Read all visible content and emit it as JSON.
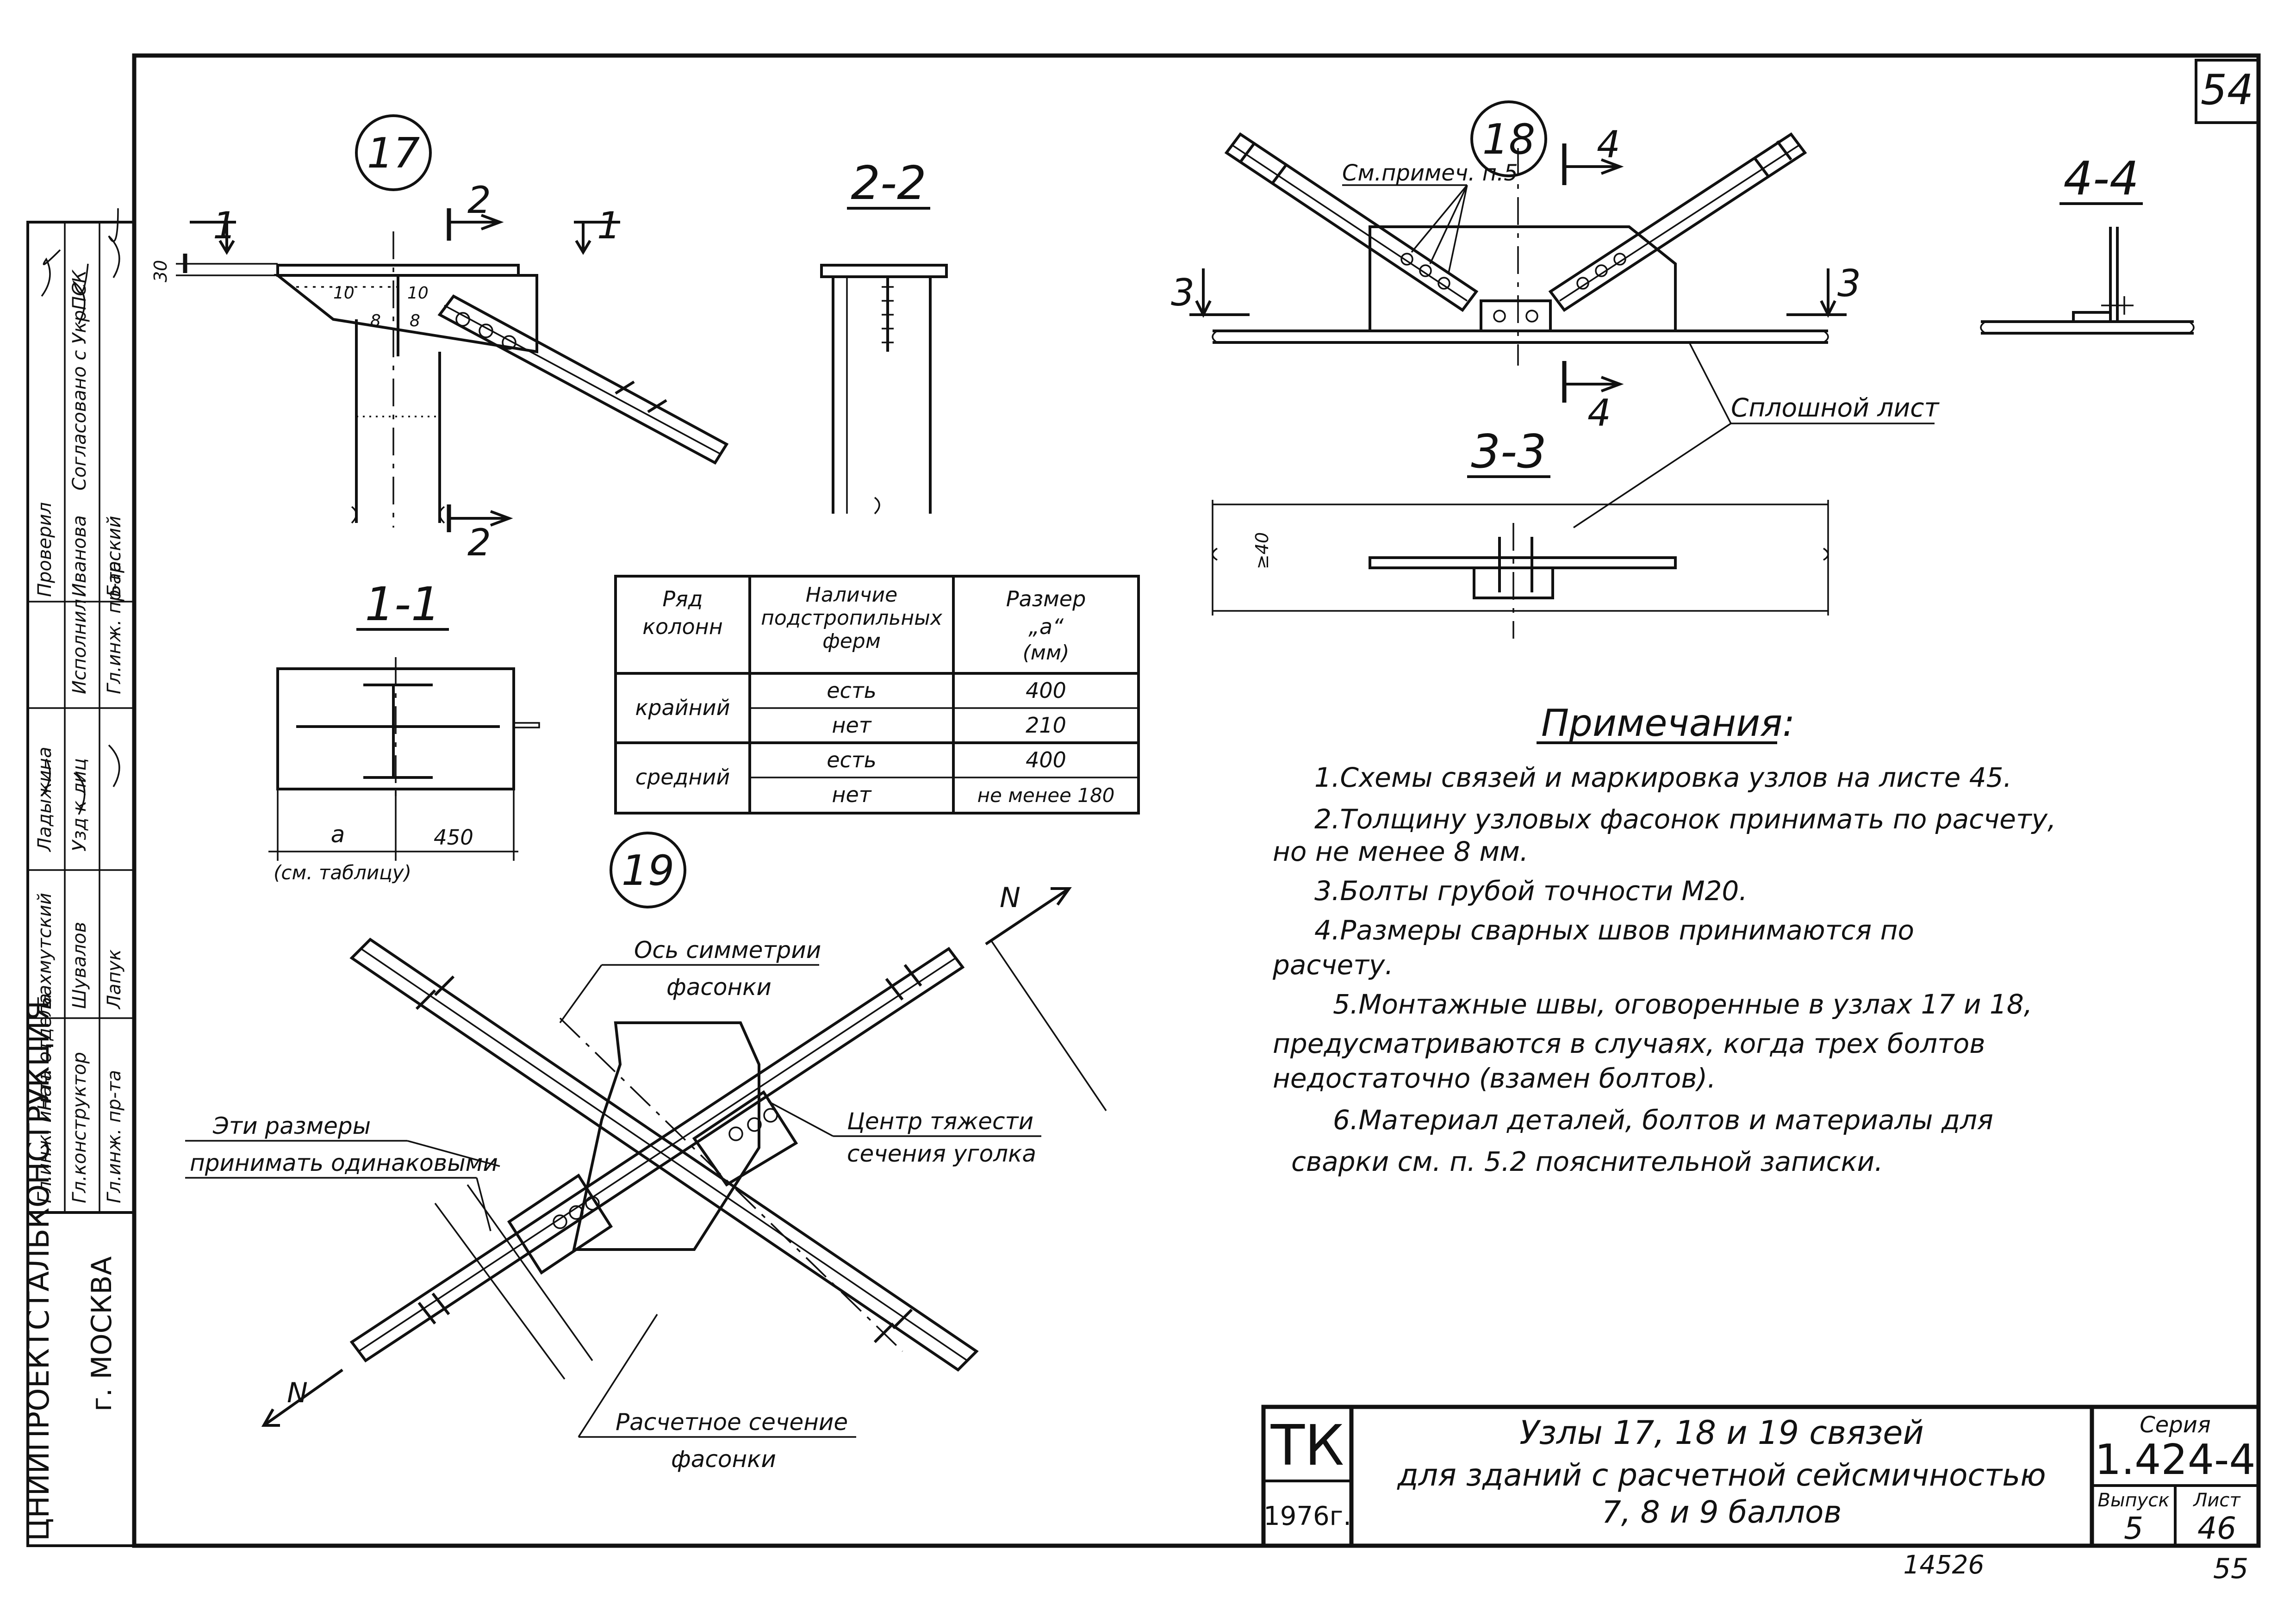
{
  "sheet": {
    "sheet_no_top": "54",
    "page_no_bottom": "55",
    "inventory_no": "14526"
  },
  "side_stamp": {
    "org": "ЦНИИПРОЕКТСТАЛЬКОНСТРУКЦИЯ",
    "city": "г. МОСКВА",
    "roles": [
      "Гл.инж. ин-та",
      "Нач. отдела",
      "Гл.конструктор",
      "Гл.инж. пр-та"
    ],
    "names": [
      "Бахмутский",
      "Шувалов",
      "Лапук"
    ],
    "roles2": [
      "Проверил",
      "Исполнил",
      "Гл.инж. пр-та"
    ],
    "names2": [
      "Иванова",
      "Барский"
    ],
    "agreed": "Согласовано с УкрПСК",
    "misc": [
      "Ладыжина",
      "Узд к лиц"
    ]
  },
  "node17": {
    "num": "17",
    "sec_1": "1",
    "sec_2": "2",
    "dim_30": "30",
    "t10a": "10",
    "t10b": "10",
    "t8a": "8",
    "t8b": "8"
  },
  "section_22": {
    "title": "2-2"
  },
  "section_11": {
    "title": "1-1",
    "dim_a": "a",
    "dim_450": "450",
    "note": "(см. таблицу)"
  },
  "table": {
    "headers": [
      "Ряд колонн",
      "Наличие подстропильных ферм",
      "Размер „a“ (мм)"
    ],
    "h1": [
      "Ряд",
      "колонн"
    ],
    "h2": [
      "Наличие",
      "подстропильных",
      "ферм"
    ],
    "h3": [
      "Размер",
      "„a“",
      "(мм)"
    ],
    "rows": [
      {
        "row": "крайний",
        "presence": "есть",
        "size": "400"
      },
      {
        "row": "",
        "presence": "нет",
        "size": "210"
      },
      {
        "row": "средний",
        "presence": "есть",
        "size": "400"
      },
      {
        "row": "",
        "presence": "нет",
        "size": "не менее 180"
      }
    ]
  },
  "node18": {
    "num": "18",
    "note_ref": "См.примеч. п.5",
    "sec_3": "3",
    "sec_4": "4",
    "solid_sheet": "Сплошной лист"
  },
  "section_33": {
    "title": "3-3",
    "dim_40": "≥40"
  },
  "section_44": {
    "title": "4-4"
  },
  "node19": {
    "num": "19",
    "n_label": "N",
    "axis_label_1": "Ось симметрии",
    "axis_label_2": "фасонки",
    "cg_1": "Центр тяжести",
    "cg_2": "сечения уголка",
    "dims_1": "Эти размеры",
    "dims_2": "принимать одинаковыми",
    "calc_1": "Расчетное сечение",
    "calc_2": "фасонки"
  },
  "notes": {
    "title": "Примечания:",
    "lines": [
      "1.Схемы связей и маркировка узлов на листе 45.",
      "2.Толщину узловых фасонок принимать по расчету,",
      "но не менее 8 мм.",
      "3.Болты грубой точности М20.",
      "4.Размеры сварных швов принимаются по",
      "расчету.",
      "5.Монтажные швы, оговоренные в узлах 17 и 18,",
      "предусматриваются в случаях, когда трех болтов",
      "недостаточно (взамен болтов).",
      "6.Материал деталей, болтов и материалы для",
      "сварки см. п. 5.2 пояснительной записки."
    ]
  },
  "title_block": {
    "code": "ТК",
    "year": "1976г.",
    "title_1": "Узлы 17, 18 и 19 связей",
    "title_2": "для зданий с расчетной сейсмичностью",
    "title_3": "7, 8 и 9 баллов",
    "series_label": "Серия",
    "series": "1.424-4",
    "issue_label": "Выпуск",
    "issue": "5",
    "sheet_label": "Лист",
    "sheet": "46"
  }
}
